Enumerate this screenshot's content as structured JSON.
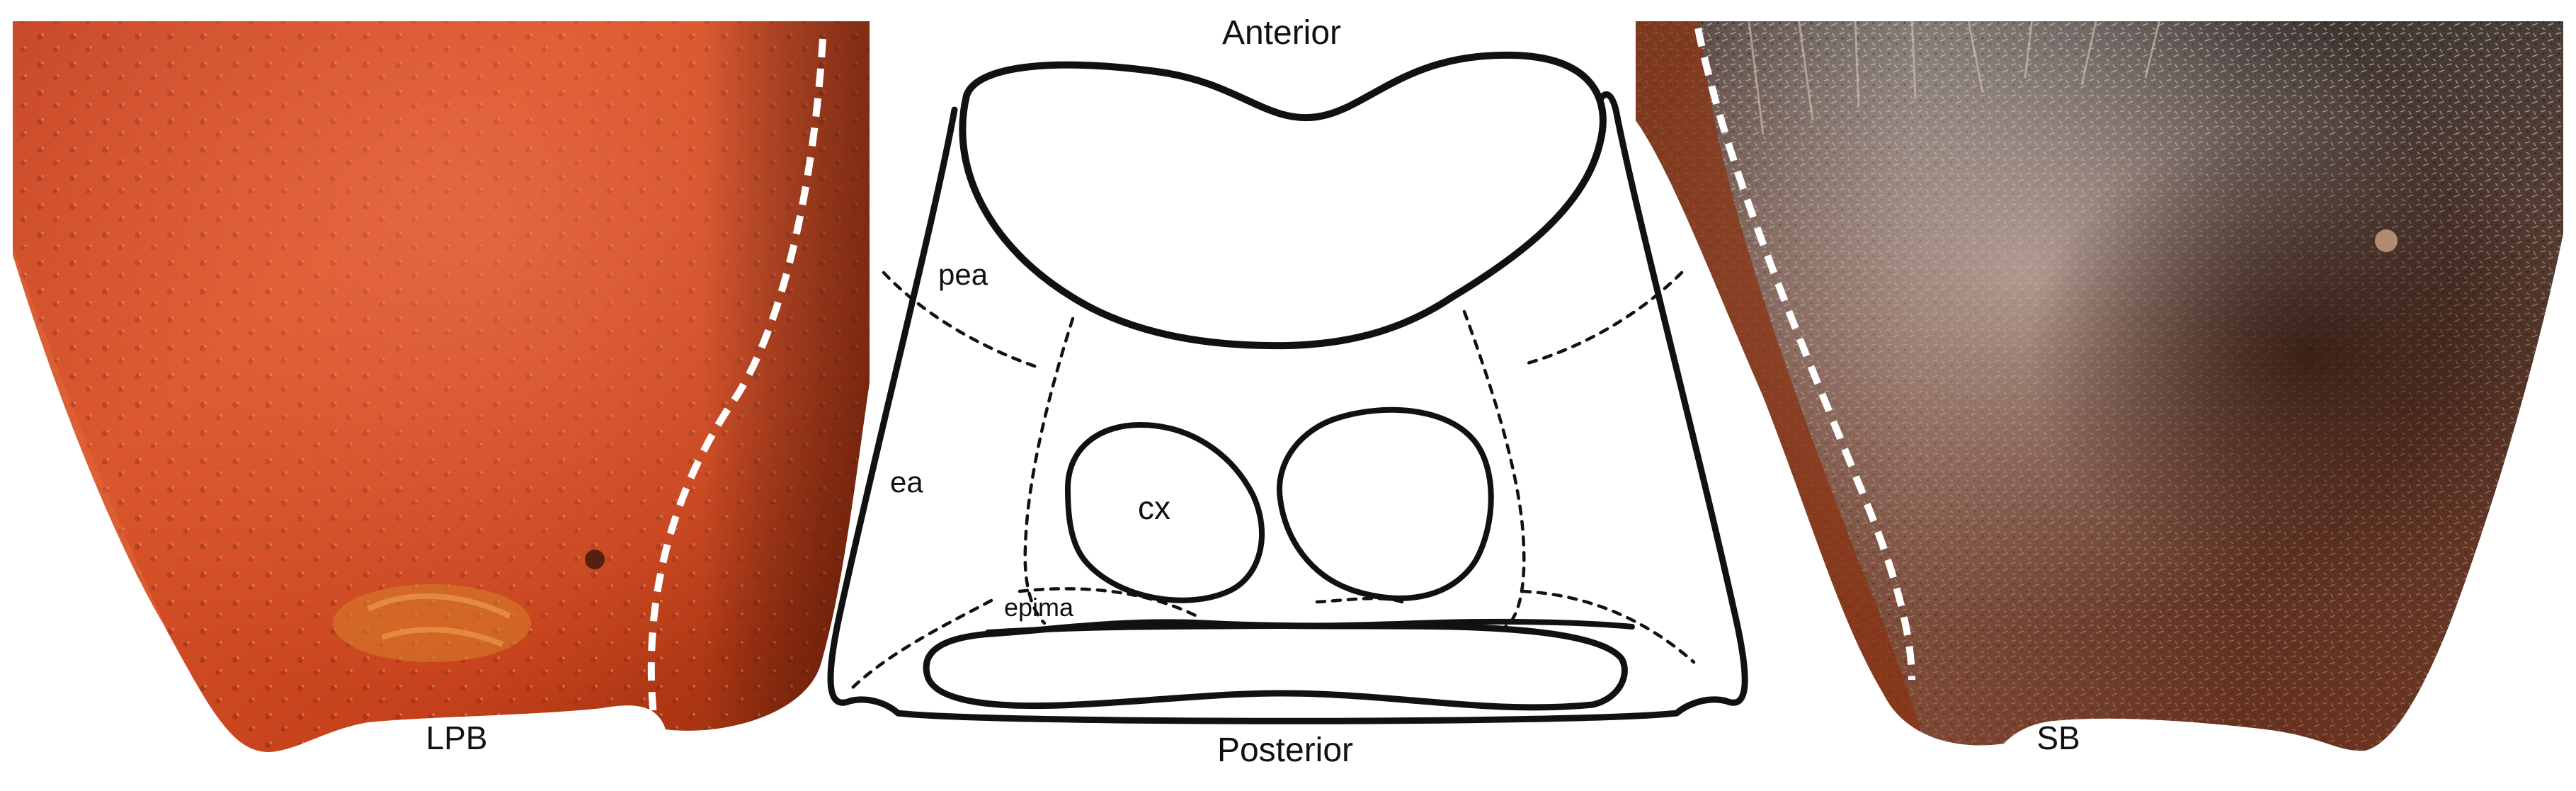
{
  "left_panel": {
    "label": "LPB",
    "colors": {
      "base": "#b83a14",
      "highlight": "#e8522a",
      "shadow": "#7a2008"
    }
  },
  "right_panel": {
    "label": "SB",
    "colors": {
      "base": "#2b2624",
      "texture": "#c9c3bf",
      "rim": "#7a2e12"
    }
  },
  "diagram": {
    "top_label": "Anterior",
    "bottom_label": "Posterior",
    "region_labels": {
      "pea": "pea",
      "ea": "ea",
      "cx": "cx",
      "epima": "epima"
    }
  }
}
